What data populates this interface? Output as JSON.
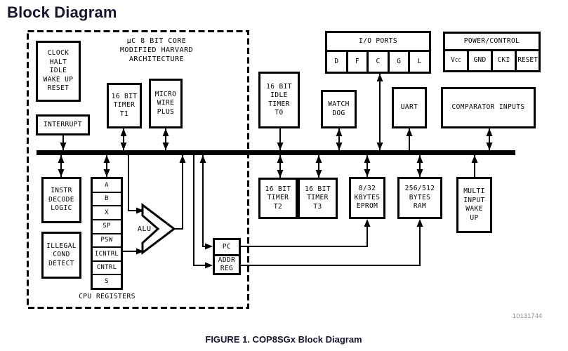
{
  "header": {
    "title": "Block Diagram"
  },
  "footer": {
    "caption": "FIGURE 1. COP8SGx Block Diagram",
    "part_number": "10131744"
  },
  "diagram": {
    "core_label": "µC 8 BIT CORE\nMODIFIED HARVARD\nARCHITECTURE",
    "boxes": {
      "clock": "CLOCK\nHALT\nIDLE\nWAKE UP\nRESET",
      "interrupt": "INTERRUPT",
      "timer1": "16 BIT\nTIMER\nT1",
      "microwire": "MICRO\nWIRE\nPLUS",
      "timer0": "16 BIT\nIDLE\nTIMER\nT0",
      "watchdog": "WATCH\nDOG",
      "uart": "UART",
      "comparator": "COMPARATOR INPUTS",
      "instr_decode": "INSTR\nDECODE\nLOGIC",
      "illegal_cond": "ILLEGAL\nCOND\nDETECT",
      "alu": "ALU",
      "pc": "PC",
      "addr_reg": "ADDR\nREG",
      "timer2": "16 BIT\nTIMER\nT2",
      "timer3": "16 BIT\nTIMER\nT3",
      "eprom": "8/32\nKBYTES\nEPROM",
      "ram": "256/512\nBYTES\nRAM",
      "multi_input": "MULTI\nINPUT\nWAKE\nUP"
    },
    "io_ports": {
      "title": "I/O PORTS",
      "cells": [
        "D",
        "F",
        "C",
        "G",
        "L"
      ]
    },
    "power": {
      "title": "POWER/CONTROL",
      "vcc_main": "V",
      "vcc_sub": "CC",
      "cells": [
        "GND",
        "CKI",
        "RESET"
      ]
    },
    "cpu_registers": {
      "label": "CPU REGISTERS",
      "cells": [
        "A",
        "B",
        "X",
        "SP",
        "PSW",
        "ICNTRL",
        "CNTRL",
        "S"
      ]
    },
    "colors": {
      "line": "#000000",
      "heading": "#15152e",
      "part_number": "#8a8a8a"
    }
  }
}
